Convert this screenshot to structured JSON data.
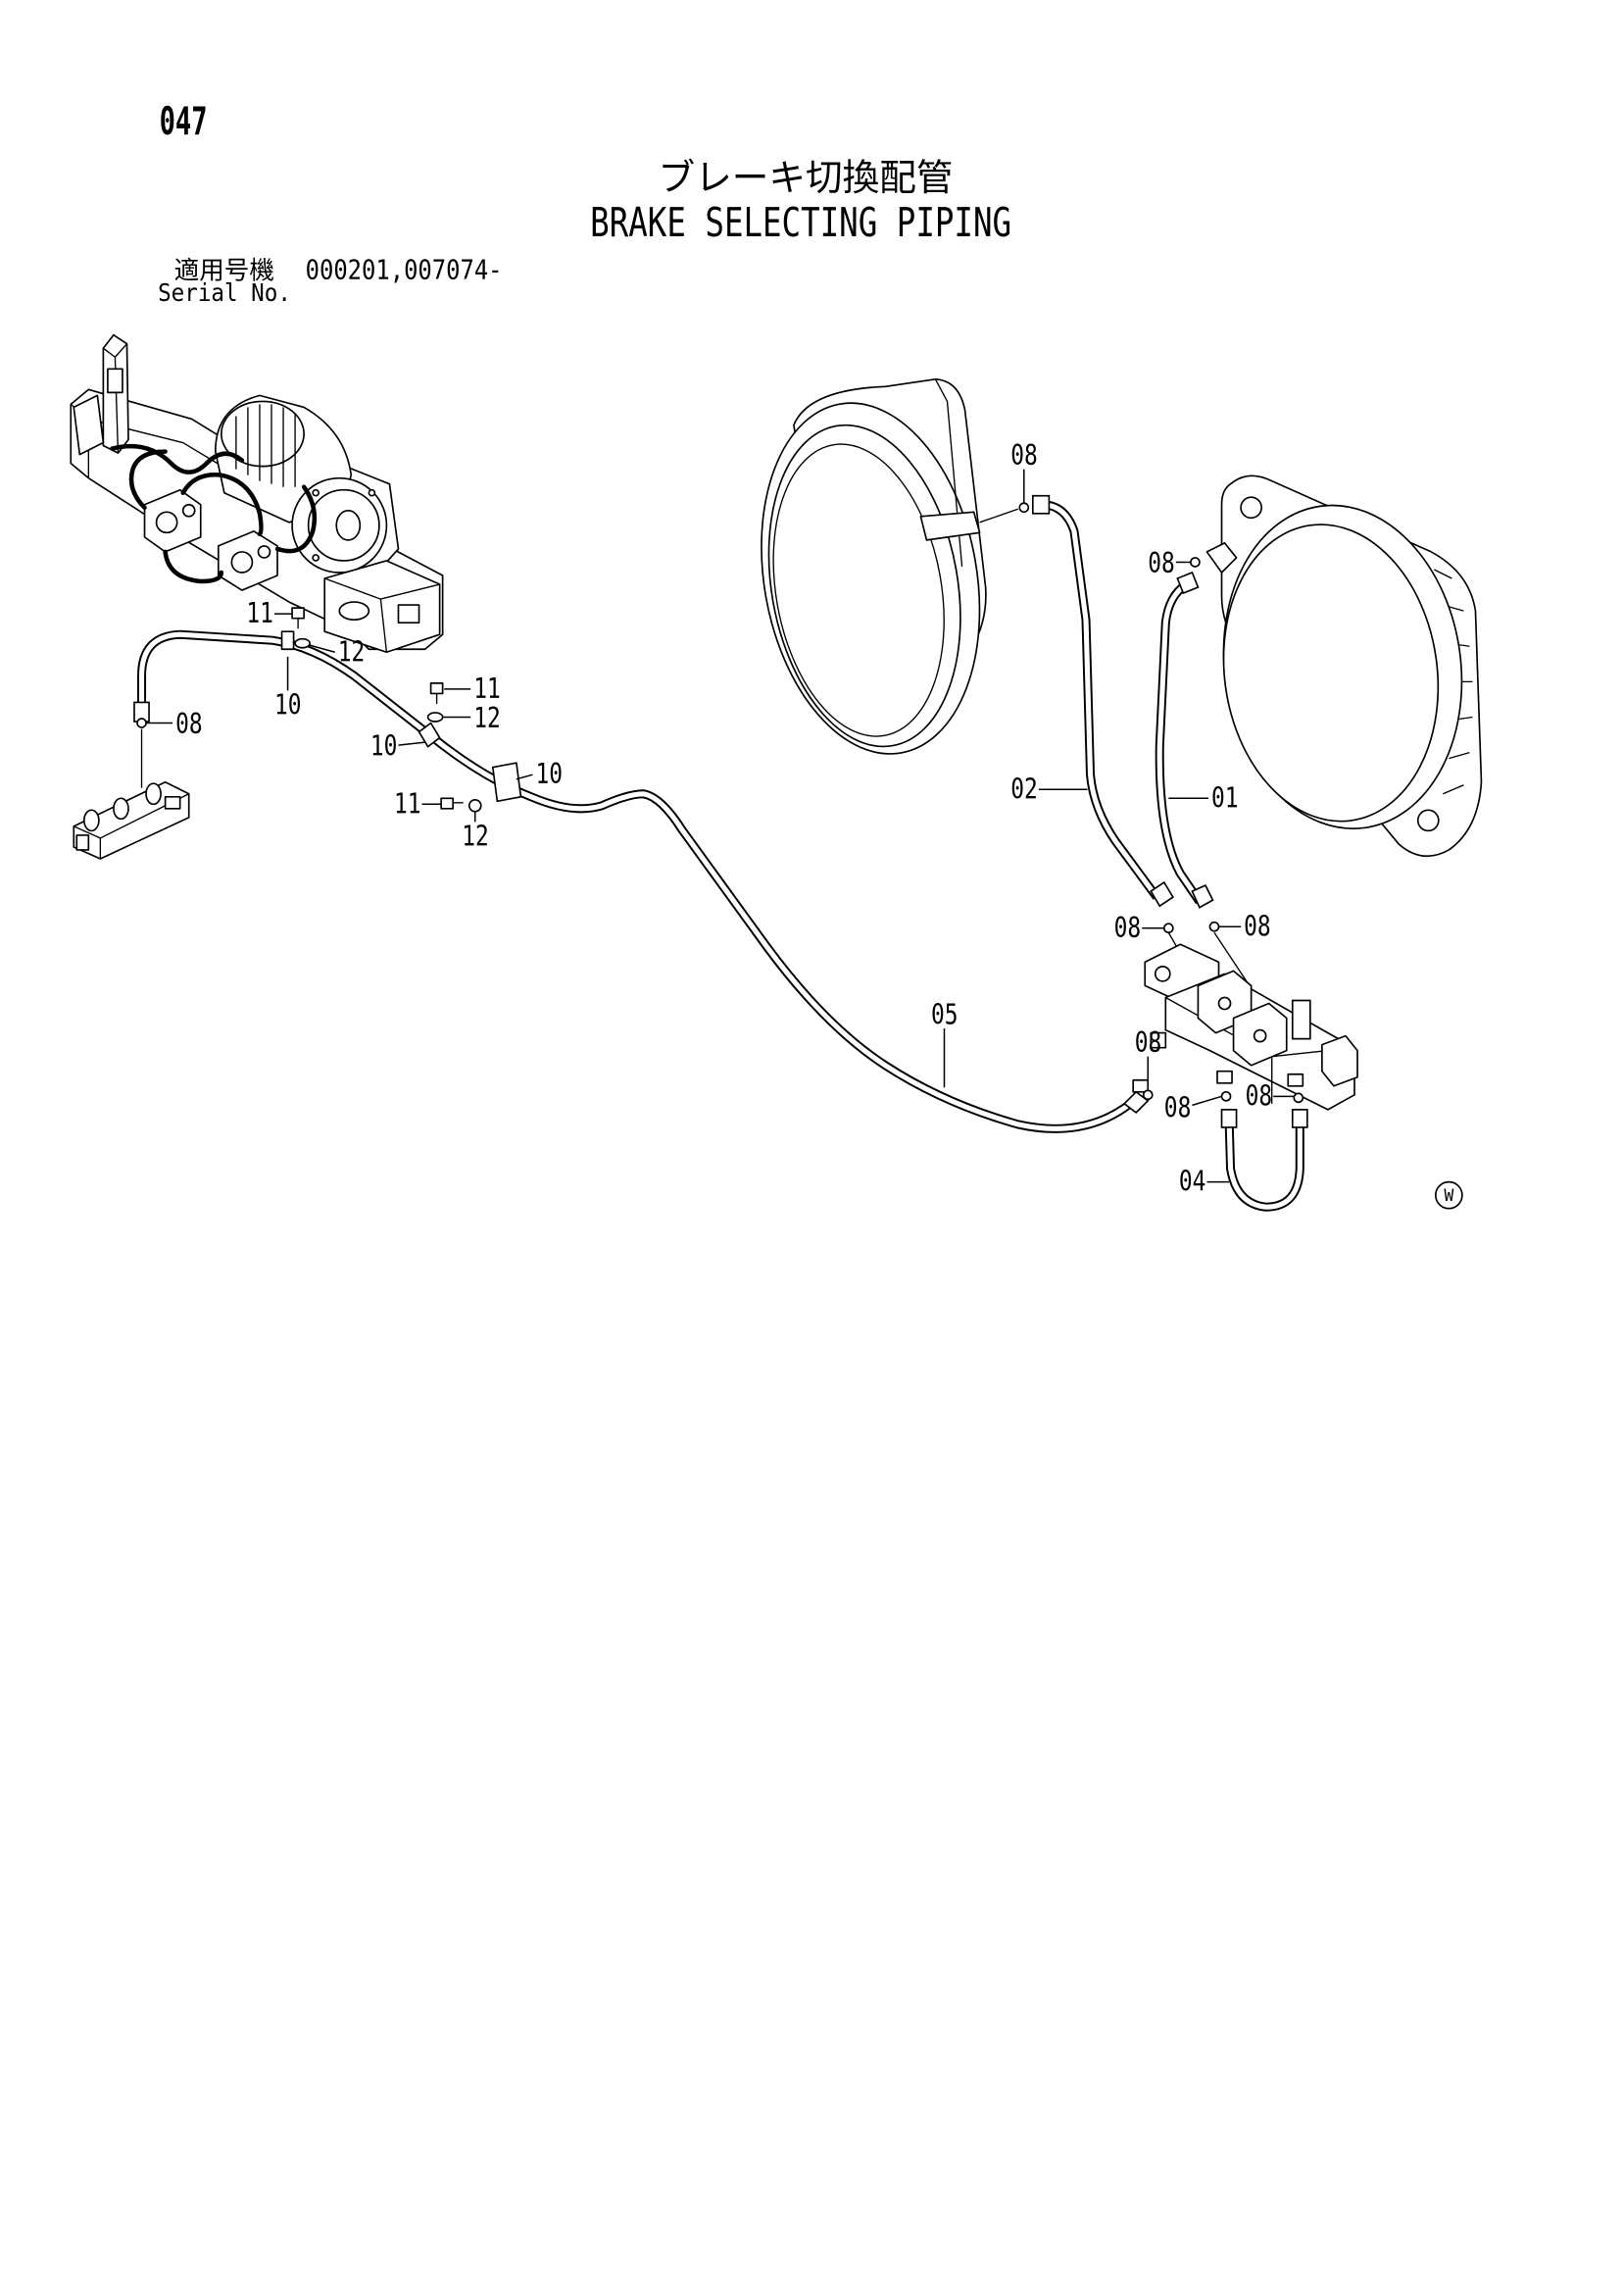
{
  "page_number": "047",
  "title_ja": "ブレーキ切換配管",
  "title_en": "BRAKE SELECTING PIPING",
  "serial": {
    "label_ja": "適用号機",
    "numbers": "000201,007074-",
    "label_en": "Serial No."
  },
  "callouts": [
    "08",
    "11",
    "12",
    "10",
    "11",
    "12",
    "10",
    "10",
    "11",
    "12",
    "05",
    "08",
    "08",
    "02",
    "01",
    "08",
    "08",
    "08",
    "08",
    "08",
    "04"
  ],
  "marker": "W"
}
